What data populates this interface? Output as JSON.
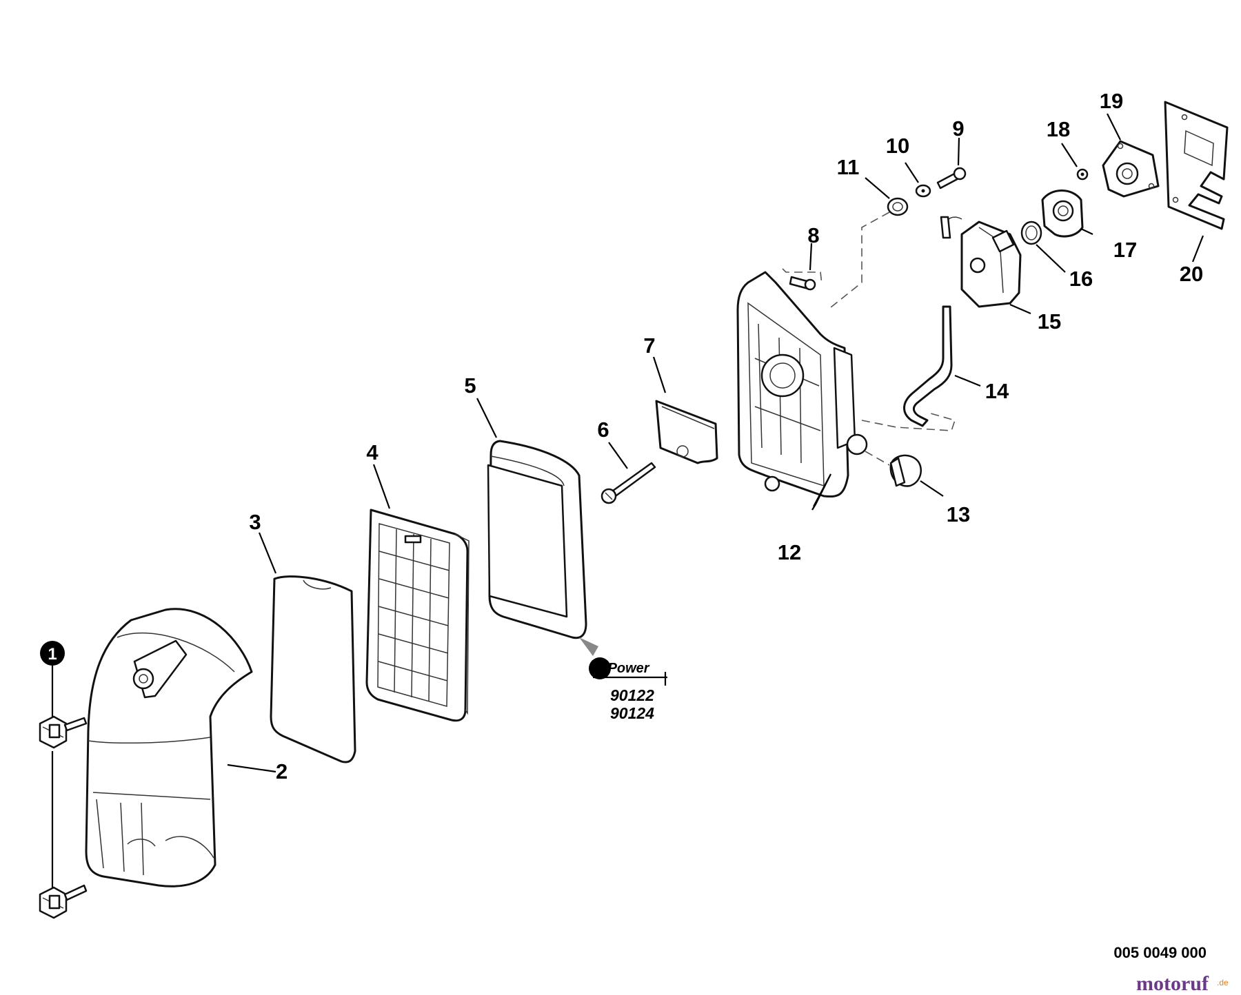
{
  "diagram": {
    "callouts": [
      {
        "num": "2"
      },
      {
        "num": "3"
      },
      {
        "num": "4"
      },
      {
        "num": "5"
      },
      {
        "num": "6"
      },
      {
        "num": "7"
      },
      {
        "num": "8"
      },
      {
        "num": "9"
      },
      {
        "num": "10"
      },
      {
        "num": "11"
      },
      {
        "num": "12"
      },
      {
        "num": "13"
      },
      {
        "num": "14"
      },
      {
        "num": "15"
      },
      {
        "num": "16"
      },
      {
        "num": "17"
      },
      {
        "num": "18"
      },
      {
        "num": "19"
      },
      {
        "num": "20"
      }
    ],
    "reference_marker": "1",
    "kit": {
      "brand": "RePower",
      "part_numbers": [
        "90122",
        "90124"
      ]
    },
    "document_number": "005 0049 000",
    "watermark": {
      "text": "motoruf",
      "suffix": ".de"
    }
  }
}
